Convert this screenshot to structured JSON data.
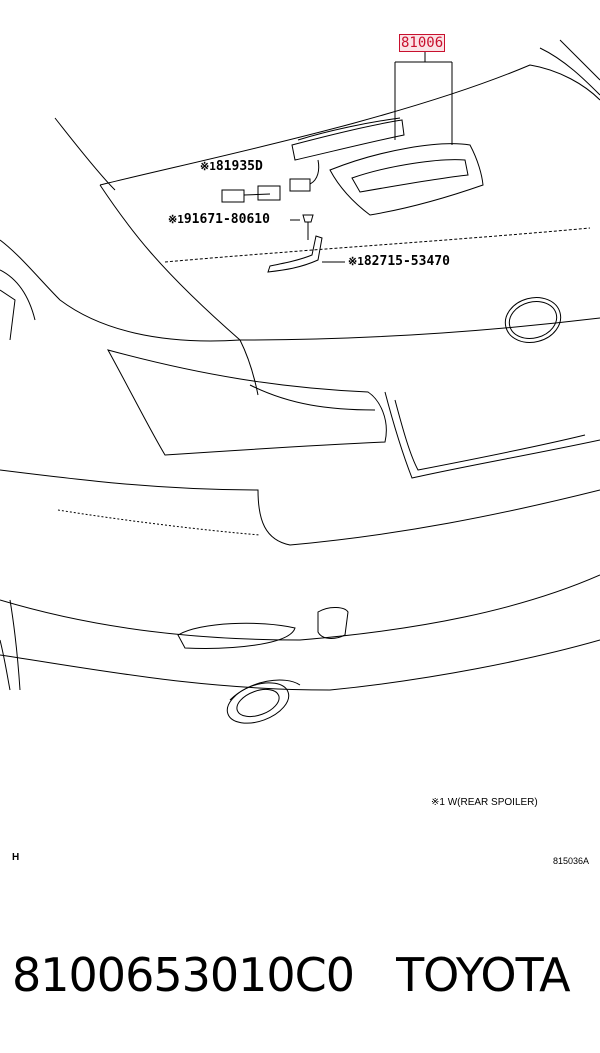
{
  "callouts": {
    "main_part": "81006",
    "part_a": "81935D",
    "part_b": "91671-80610",
    "part_c": "82715-53470",
    "mark": "※1"
  },
  "note": "※1  W(REAR SPOILER)",
  "corner_mark": "H",
  "figure_code": "815036A",
  "footer": {
    "part_number": "8100653010C0",
    "brand": "TOYOTA"
  },
  "colors": {
    "highlight": "#c8102e",
    "highlight_fill": "#fbe3e6",
    "line": "#000000"
  }
}
